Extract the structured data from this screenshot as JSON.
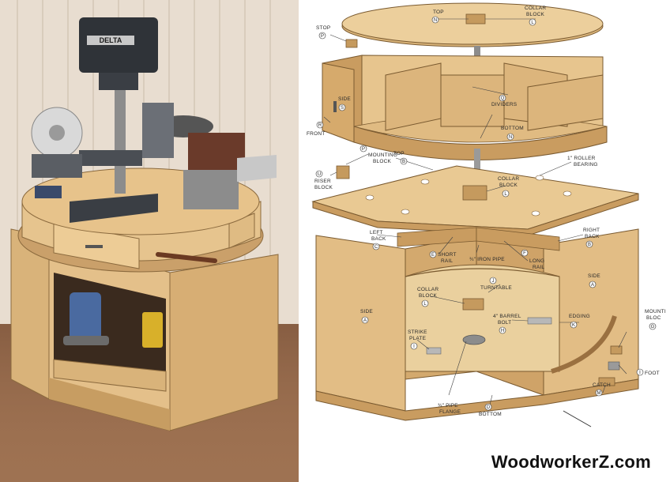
{
  "photo": {
    "drill_press_brand": "DELTA"
  },
  "diagram": {
    "labels": {
      "top_upper": "TOP",
      "collar_block_upper": "COLLAR",
      "collar_block_upper_2": "BLOCK",
      "stop": "STOP",
      "side_upper": "SIDE",
      "dividers": "DIVIDERS",
      "bottom_upper": "BOTTOM",
      "front": "FRONT",
      "mounting_block": "MOUNTING",
      "mounting_block_2": "BLOCK",
      "top_middle": "TOP",
      "roller_bearing": "1\" ROLLER",
      "roller_bearing_2": "BEARING",
      "riser_block": "RISER",
      "riser_block_2": "BLOCK",
      "collar_block_middle": "COLLAR",
      "collar_block_middle_2": "BLOCK",
      "left_back": "LEFT",
      "left_back_2": "BACK",
      "right_back": "RIGHT",
      "right_back_2": "BACK",
      "short_rail": "SHORT",
      "short_rail_2": "RAIL",
      "iron_pipe": "¾\" IRON PIPE",
      "long_rail": "LONG",
      "long_rail_2": "RAIL",
      "turntable": "TURNTABLE",
      "side_left": "SIDE",
      "side_right": "SIDE",
      "collar_block_lower": "COLLAR",
      "collar_block_lower_2": "BLOCK",
      "barrel_bolt": "4\" BARREL",
      "barrel_bolt_2": "BOLT",
      "edging": "EDGING",
      "strike_plate": "STRIKE",
      "strike_plate_2": "PLATE",
      "mounting_block_lower": "MOUNTI",
      "mounting_block_lower_2": "BLOC",
      "foot": "FOOT",
      "catch": "CATCH",
      "pipe_flange": "¾\" PIPE",
      "pipe_flange_2": "FLANGE",
      "bottom_lower": "BOTTOM"
    },
    "tags": {
      "top_upper": "N",
      "collar_block_upper": "L",
      "stop": "P",
      "side_upper": "S",
      "dividers": "Q",
      "bottom_upper": "N",
      "front": "R",
      "mounting_block": "P",
      "top_middle": "B",
      "riser_block": "U",
      "collar_block_middle": "L",
      "left_back": "C",
      "right_back": "B",
      "short_rail": "E",
      "long_rail": "F",
      "turntable": "J",
      "side_left": "A",
      "side_right": "A",
      "collar_block_lower": "L",
      "barrel_bolt": "H",
      "edging": "K",
      "strike_plate": "I",
      "mounting_block_lower": "G",
      "foot": "I",
      "catch": "M",
      "bottom_lower": "D"
    }
  },
  "watermark": "WoodworkerZ.com"
}
